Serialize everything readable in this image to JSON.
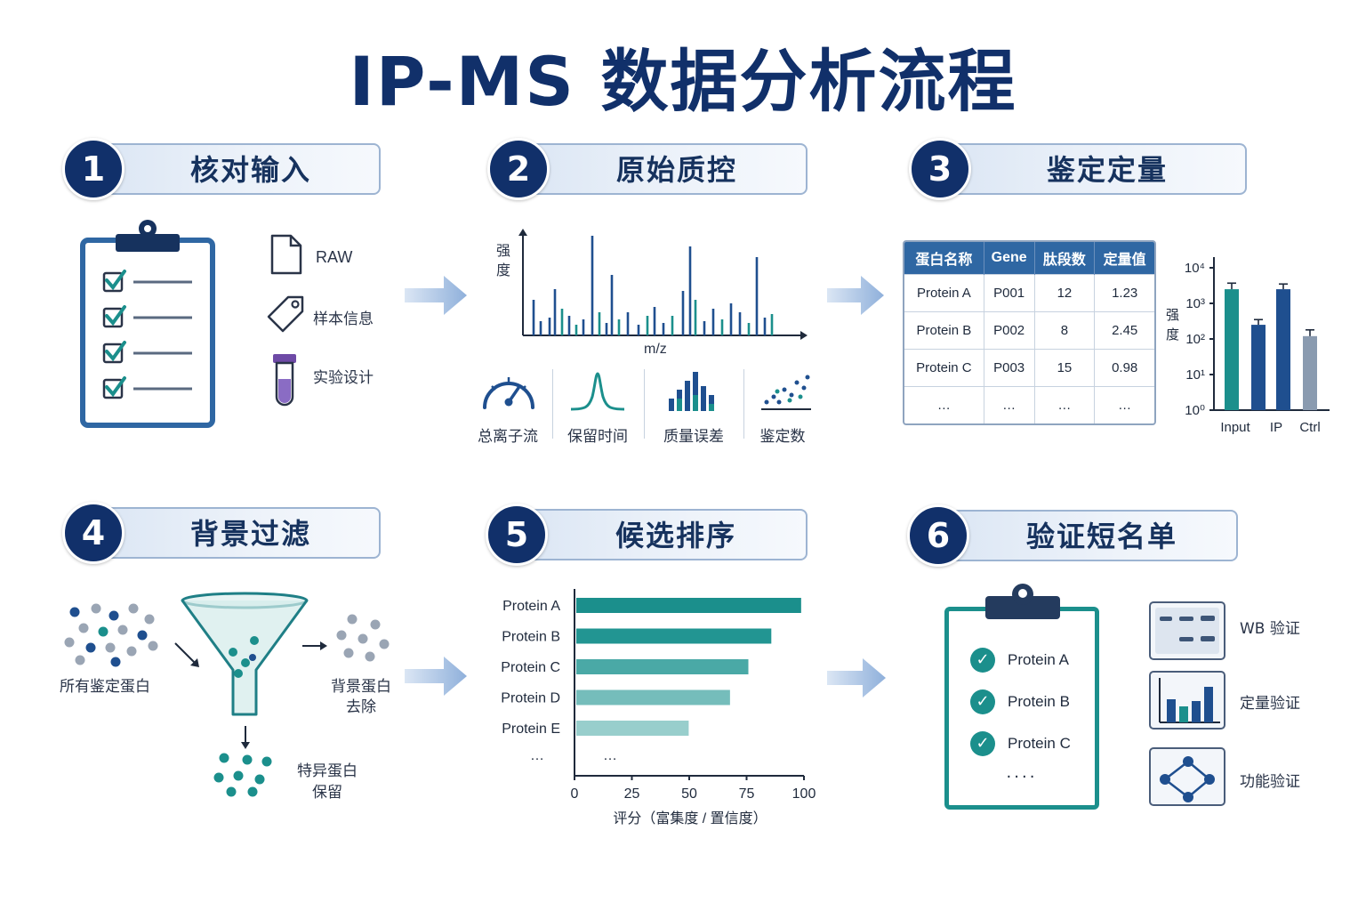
{
  "title": "IP-MS 数据分析流程",
  "steps": [
    {
      "number": "1",
      "title": "核对输入"
    },
    {
      "number": "2",
      "title": "原始质控"
    },
    {
      "number": "3",
      "title": "鉴定定量"
    },
    {
      "number": "4",
      "title": "背景过滤"
    },
    {
      "number": "5",
      "title": "候选排序"
    },
    {
      "number": "6",
      "title": "验证短名单"
    }
  ],
  "step1": {
    "items": [
      {
        "icon": "document-icon",
        "label": "RAW"
      },
      {
        "icon": "tag-icon",
        "label": "样本信息"
      },
      {
        "icon": "test-tube-icon",
        "label": "实验设计"
      }
    ]
  },
  "step2": {
    "spectrum": {
      "ylabel_1": "强",
      "ylabel_2": "度",
      "xlabel": "m/z"
    },
    "qc_metrics": [
      {
        "icon": "gauge-icon",
        "label": "总离子流"
      },
      {
        "icon": "peak-icon",
        "label": "保留时间"
      },
      {
        "icon": "bar-error-icon",
        "label": "质量误差"
      },
      {
        "icon": "scatter-icon",
        "label": "鉴定数"
      }
    ]
  },
  "step3": {
    "table": {
      "headers": [
        "蛋白名称",
        "Gene",
        "肽段数",
        "定量值"
      ],
      "rows": [
        [
          "Protein A",
          "P001",
          "12",
          "1.23"
        ],
        [
          "Protein B",
          "P002",
          "8",
          "2.45"
        ],
        [
          "Protein C",
          "P003",
          "15",
          "0.98"
        ],
        [
          "…",
          "…",
          "…",
          "…"
        ]
      ]
    }
  },
  "step4": {
    "all_label": "所有鉴定蛋白",
    "bg_label_1": "背景蛋白",
    "bg_label_2": "去除",
    "specific_label_1": "特异蛋白",
    "specific_label_2": "保留"
  },
  "step6": {
    "shortlist": [
      "Protein A",
      "Protein B",
      "Protein C"
    ],
    "more": "····",
    "validations": [
      {
        "icon": "western-blot-icon",
        "label": "WB 验证"
      },
      {
        "icon": "bar-chart-icon",
        "label": "定量验证"
      },
      {
        "icon": "network-icon",
        "label": "功能验证"
      }
    ]
  },
  "chart_data": [
    {
      "type": "bar",
      "orientation": "vertical",
      "scale": "log",
      "ylabel": "强 度",
      "categories": [
        "Input",
        "IP",
        "Ctrl"
      ],
      "series": [
        {
          "values": [
            2500,
            250,
            2500,
            120
          ],
          "colors": [
            "#1b8f8c",
            "#1f4f8f",
            "#1f4f8f",
            "#8a9bb0"
          ]
        }
      ],
      "bars": [
        {
          "category": "Input",
          "value": 2500,
          "error": 1200,
          "color": "#1b8f8c"
        },
        {
          "category": "Input",
          "value": 250,
          "error": 100,
          "color": "#1f4f8f"
        },
        {
          "category": "IP",
          "value": 2500,
          "error": 1000,
          "color": "#1f4f8f"
        },
        {
          "category": "Ctrl",
          "value": 120,
          "error": 60,
          "color": "#8a9bb0"
        }
      ],
      "y_ticks": [
        "10⁰",
        "10¹",
        "10²",
        "10³",
        "10⁴"
      ],
      "ylim": [
        1,
        10000
      ]
    },
    {
      "type": "bar",
      "orientation": "horizontal",
      "xlabel": "评分（富集度 / 置信度）",
      "categories": [
        "Protein A",
        "Protein B",
        "Protein C",
        "Protein D",
        "Protein E"
      ],
      "values": [
        98,
        85,
        75,
        67,
        49
      ],
      "colors": [
        "#1b8f8c",
        "#229592",
        "#4aa9a6",
        "#75bdbb",
        "#98cecc"
      ],
      "more_label": "…",
      "x_ticks": [
        "0",
        "25",
        "50",
        "75",
        "100"
      ],
      "xlim": [
        0,
        100
      ]
    }
  ]
}
